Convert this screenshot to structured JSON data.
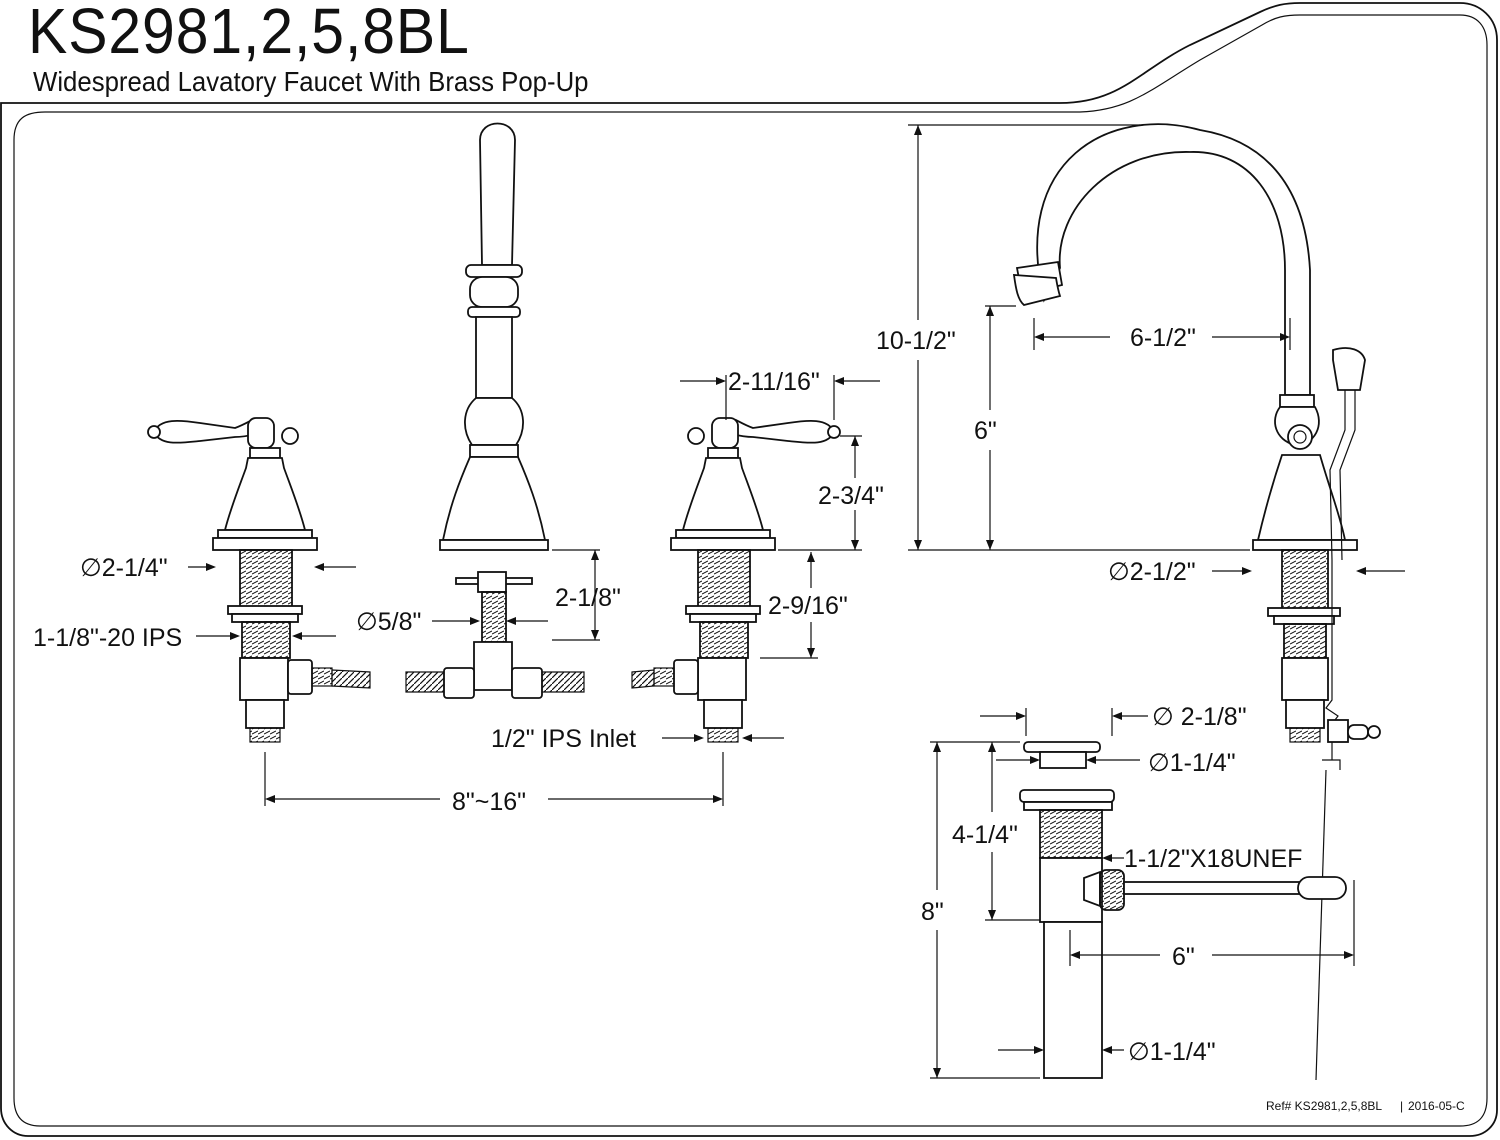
{
  "title": "KS2981,2,5,8BL",
  "subtitle": "Widespread Lavatory Faucet With Brass Pop-Up",
  "dimensions": {
    "handle_shank_dia": "∅2-1/4\"",
    "handle_thread": "1-1/8\"-20 IPS",
    "spout_shank_dia": "∅5/8\"",
    "spout_shank_len": "2-1/8\"",
    "handle_width": "2-11/16\"",
    "handle_height": "2-3/4\"",
    "handle_shank_len": "2-9/16\"",
    "inlet": "1/2\" IPS Inlet",
    "spread": "8\"~16\"",
    "total_height": "10-1/2\"",
    "spout_reach": "6-1/2\"",
    "spout_clearance": "6\"",
    "base_dia": "∅2-1/2\"",
    "drain_flange_dia": "∅ 2-1/8\"",
    "drain_top_dia": "∅1-1/4\"",
    "drain_body_len": "4-1/4\"",
    "drain_thread": "1-1/2\"X18UNEF",
    "drain_total_len": "8\"",
    "pivot_rod_len": "6\"",
    "tailpiece_dia": "∅1-1/4\""
  },
  "footer": {
    "ref": "Ref# KS2981,2,5,8BL",
    "separator": "|",
    "date": "2016-05-C"
  }
}
